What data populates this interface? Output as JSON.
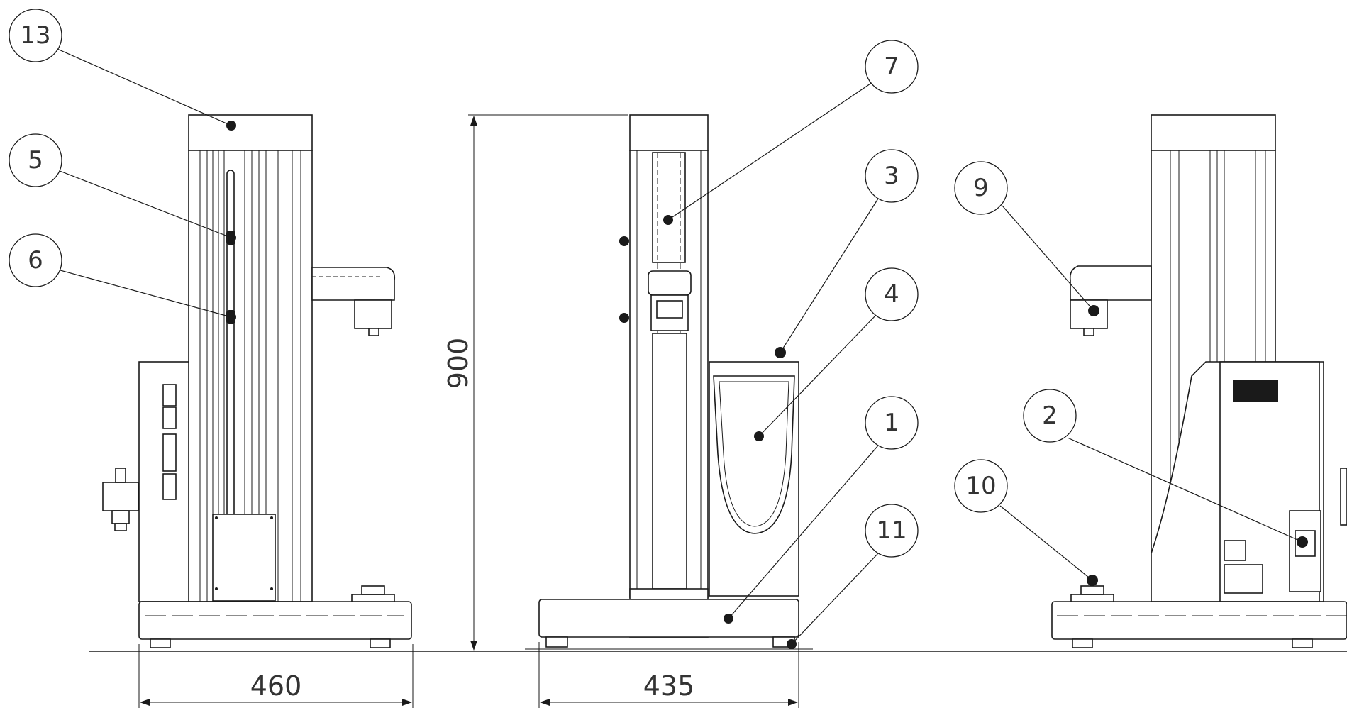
{
  "callouts": [
    "13",
    "5",
    "6",
    "7",
    "3",
    "9",
    "4",
    "2",
    "1",
    "10",
    "11"
  ],
  "dimensions": {
    "width_left": "460",
    "width_middle": "435",
    "height": "900"
  },
  "colors": {
    "line": "#1a1a1a",
    "text": "#333333",
    "background": "#ffffff"
  }
}
